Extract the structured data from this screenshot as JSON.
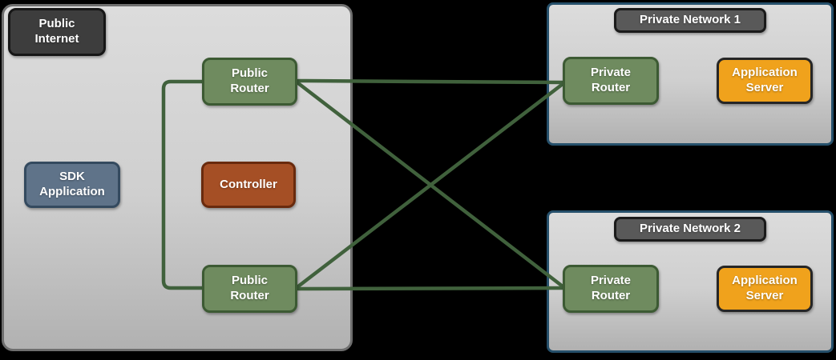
{
  "diagram_title": "SDK routing topology diagram",
  "colors": {
    "background": "#000000",
    "connection_line": "#40613c",
    "router_fill": "#6f8b5f",
    "router_border": "#3c5a33",
    "sdk_fill": "#5f7389",
    "controller_fill": "#a54f25",
    "server_fill": "#f0a21c",
    "dark_label_fill": "#3d3d3d",
    "network_label_fill": "#595959",
    "public_container_border": "#6e6e6e",
    "private_container_border": "#26506b"
  },
  "public_internet": {
    "title": "Public\nInternet",
    "sdk_application": "SDK\nApplication",
    "controller": "Controller",
    "public_router_top": "Public\nRouter",
    "public_router_bottom": "Public\nRouter"
  },
  "private_networks": [
    {
      "title": "Private Network 1",
      "router": "Private\nRouter",
      "server": "Application\nServer"
    },
    {
      "title": "Private Network 2",
      "router": "Private\nRouter",
      "server": "Application\nServer"
    }
  ],
  "connections": [
    "public-router-top to private-router-1",
    "public-router-top to private-router-2",
    "public-router-bottom to private-router-1",
    "public-router-bottom to private-router-2",
    "public-router-top to public-router-bottom (bracket)"
  ]
}
